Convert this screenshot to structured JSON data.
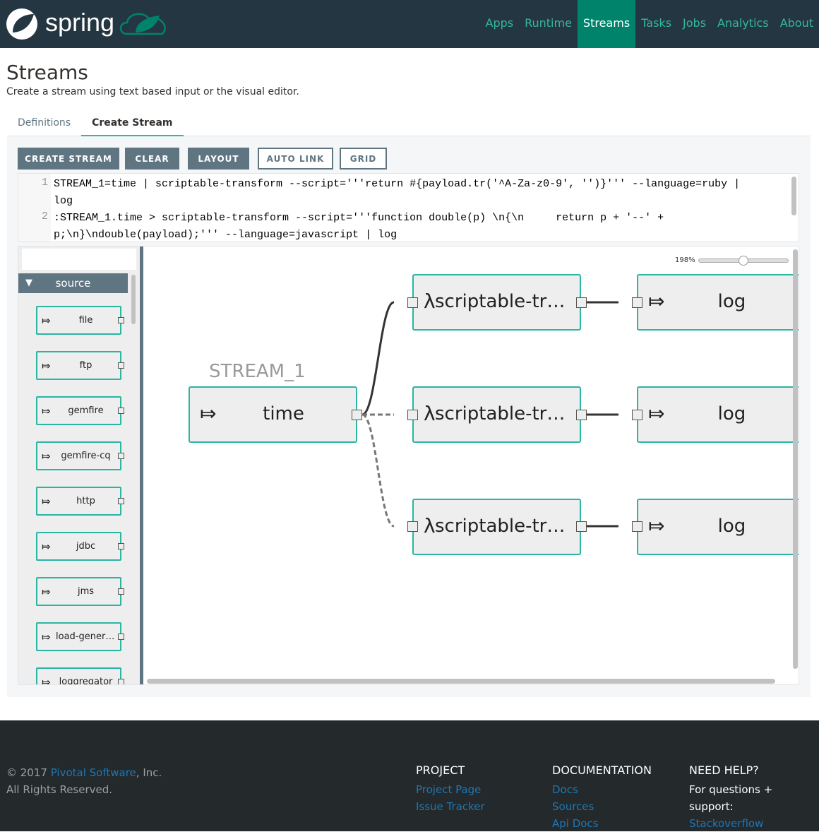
{
  "header": {
    "logo_text": "spring",
    "nav": [
      {
        "label": "Apps",
        "active": false
      },
      {
        "label": "Runtime",
        "active": false
      },
      {
        "label": "Streams",
        "active": true
      },
      {
        "label": "Tasks",
        "active": false
      },
      {
        "label": "Jobs",
        "active": false
      },
      {
        "label": "Analytics",
        "active": false
      },
      {
        "label": "About",
        "active": false
      }
    ]
  },
  "page": {
    "title": "Streams",
    "subtitle": "Create a stream using text based input or the visual editor."
  },
  "tabs": [
    {
      "label": "Definitions",
      "active": false
    },
    {
      "label": "Create Stream",
      "active": true
    }
  ],
  "toolbar": {
    "create": "CREATE STREAM",
    "clear": "CLEAR",
    "layout": "LAYOUT",
    "auto_link": "AUTO LINK",
    "grid": "GRID"
  },
  "editor": {
    "lines": [
      {
        "number": "1",
        "text": [
          "STREAM_1=time | scriptable-transform --script='''return #{payload.tr('^A-Za-z0-9', '')}''' --language=ruby |",
          "log"
        ]
      },
      {
        "number": "2",
        "text": [
          ":STREAM_1.time > scriptable-transform --script='''function double(p) \\n{\\n     return p + '--' +",
          "p;\\n}\\ndouble(payload);''' --language=javascript | log"
        ]
      }
    ]
  },
  "palette": {
    "search_value": "",
    "group": "source",
    "items": [
      "file",
      "ftp",
      "gemfire",
      "gemfire-cq",
      "http",
      "jdbc",
      "jms",
      "load-genera…",
      "loggregator"
    ]
  },
  "graph": {
    "zoom": "198%",
    "zoom_percent": 198,
    "stream_label": "STREAM_1",
    "source": {
      "label": "time",
      "icon": "source-arrow-icon"
    },
    "processors": [
      {
        "label": "scriptable-tra…",
        "icon": "lambda-icon"
      },
      {
        "label": "scriptable-tra…",
        "icon": "lambda-icon"
      },
      {
        "label": "scriptable-tra…",
        "icon": "lambda-icon"
      }
    ],
    "sinks": [
      {
        "label": "log"
      },
      {
        "label": "log"
      },
      {
        "label": "log"
      }
    ],
    "edge_color": "#333333",
    "accent": "#2bb5a3"
  },
  "footer": {
    "copyright_pre": "© 2017 ",
    "company": "Pivotal Software",
    "copyright_post": ", Inc.",
    "rights": "All Rights Reserved.",
    "project": {
      "title": "PROJECT",
      "links": [
        "Project Page",
        "Issue Tracker"
      ]
    },
    "documentation": {
      "title": "DOCUMENTATION",
      "links": [
        "Docs",
        "Sources",
        "Api Docs"
      ]
    },
    "help": {
      "title": "NEED HELP?",
      "text": "For questions + support:",
      "links": [
        "Stackoverflow"
      ]
    }
  }
}
